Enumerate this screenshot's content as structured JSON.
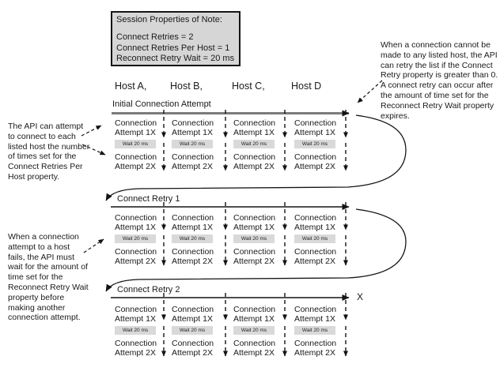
{
  "properties_box": {
    "title": "Session Properties of Note:",
    "lines": [
      "Connect Retries = 2",
      "Connect Retries Per Host = 1",
      "Reconnect Retry Wait = 20 ms"
    ]
  },
  "hosts": [
    "Host A,",
    "Host B,",
    "Host C,",
    "Host D"
  ],
  "sections": [
    {
      "label": "Initial Connection Attempt"
    },
    {
      "label": "Connect Retry 1"
    },
    {
      "label": "Connect Retry 2"
    }
  ],
  "attempt_cell": {
    "attempt1_line1": "Connection",
    "attempt1_line2": "Attempt 1X",
    "wait": "Wait 20 ms",
    "attempt2_line1": "Connection",
    "attempt2_line2": "Attempt 2X"
  },
  "annotations": {
    "left_top": "The API can attempt\nto connect to each\nlisted host the number\nof times set for the\nConnect Retries Per\nHost property.",
    "left_bottom": "When a connection\nattempt to a host\nfails, the API must\nwait for the amount of\ntime set for the\nReconnect Retry Wait\nproperty before\nmaking another\nconnection attempt.",
    "right": "When a connection cannot be\nmade to any listed host, the API\ncan retry the list if the Connect\nRetry property is greater than 0.\nA connect retry can occur after\nthe amount of time set for the\nReconnect Retry Wait property\nexpires."
  },
  "terminal_label": "X",
  "colors": {
    "box_fill": "#d6d6d6",
    "wait_fill": "#d9d9d9",
    "initial_line": "#7b7b7b",
    "ink": "#1a1a1a"
  }
}
